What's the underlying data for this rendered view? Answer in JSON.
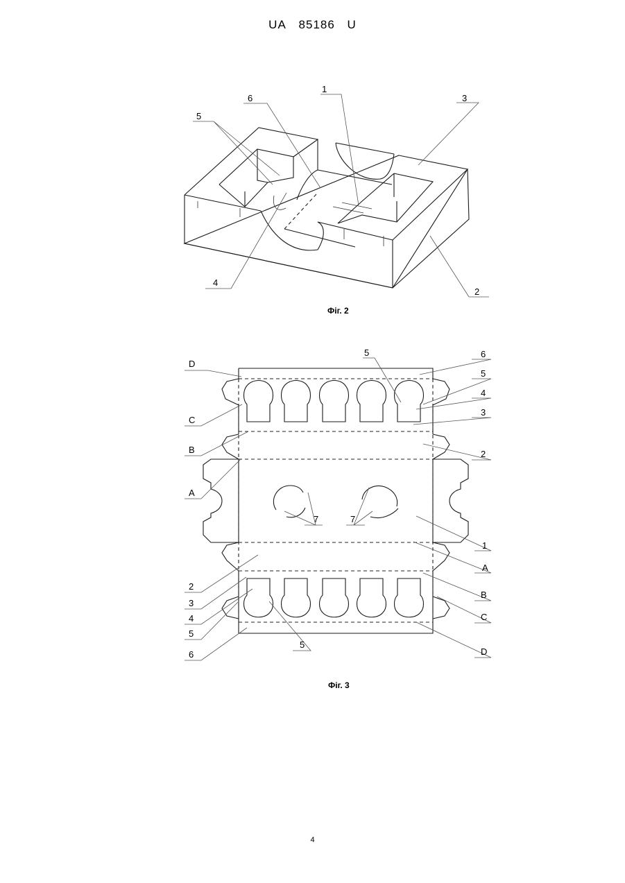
{
  "header": {
    "country": "UA",
    "number": "85186",
    "kind": "U"
  },
  "figure2": {
    "caption": "Фіг. 2",
    "labels": {
      "l1": "1",
      "l2": "2",
      "l3": "3",
      "l4": "4",
      "l5": "5",
      "l6": "6"
    }
  },
  "figure3": {
    "caption": "Фіг. 3",
    "labels": {
      "top_d": "D",
      "top_5": "5",
      "top_6": "6",
      "r_5": "5",
      "r_4": "4",
      "r_3": "3",
      "l_c": "C",
      "l_b": "B",
      "r_2": "2",
      "l_a": "A",
      "seven_left": "7",
      "seven_right": "7",
      "r_1": "1",
      "r_a": "A",
      "l_2": "2",
      "l_3": "3",
      "l_4": "4",
      "l_5": "5",
      "l_6": "6",
      "b_5": "5",
      "r_b": "B",
      "r_c": "C",
      "r_d": "D"
    }
  },
  "page_number": "4"
}
